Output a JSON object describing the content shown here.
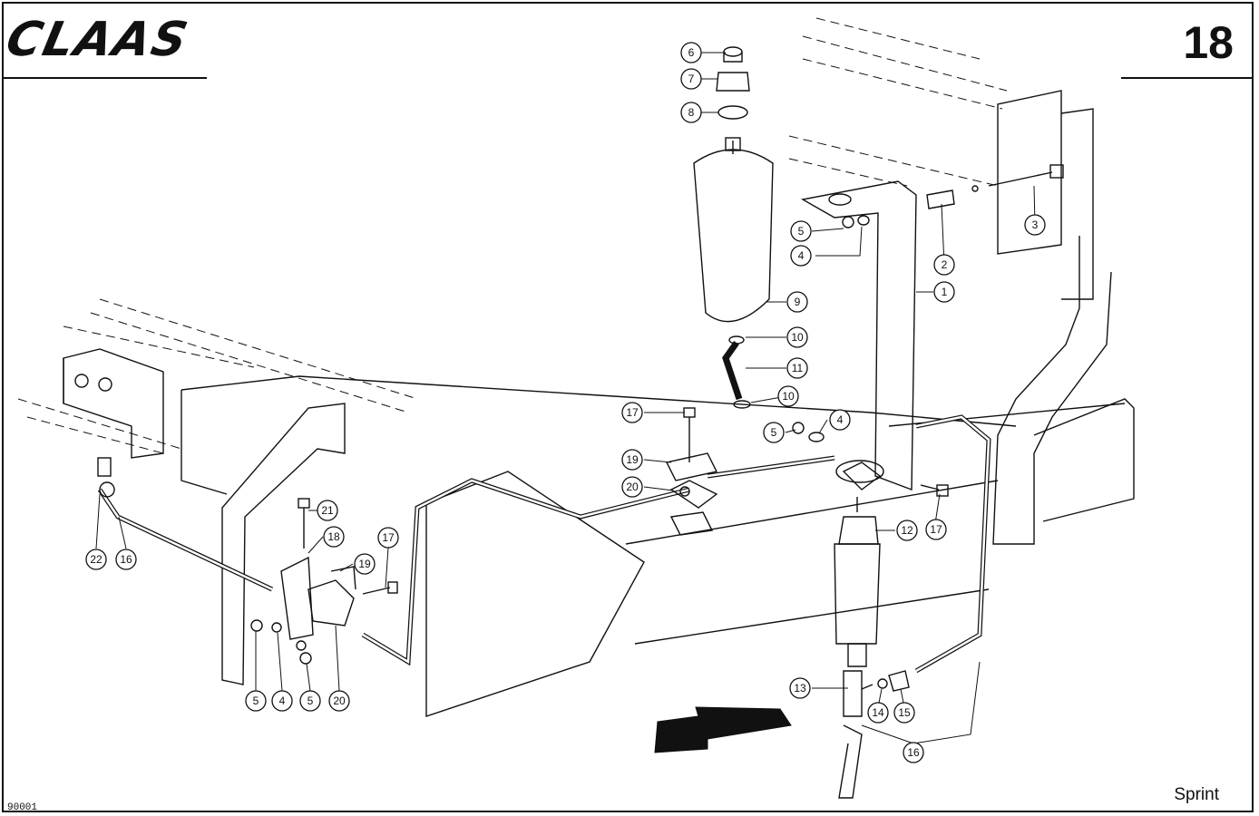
{
  "header": {
    "brand_logo": "CLAAS",
    "page_number": "18"
  },
  "footer": {
    "model_name": "Sprint",
    "drawing_number": "90001"
  },
  "callouts": [
    "1",
    "2",
    "3",
    "4",
    "4",
    "4",
    "5",
    "5",
    "5",
    "5",
    "6",
    "7",
    "8",
    "9",
    "10",
    "10",
    "11",
    "12",
    "13",
    "14",
    "15",
    "16",
    "16",
    "17",
    "17",
    "17",
    "18",
    "19",
    "19",
    "20",
    "20",
    "21",
    "22"
  ],
  "direction_arrow": "arrow-left-icon"
}
